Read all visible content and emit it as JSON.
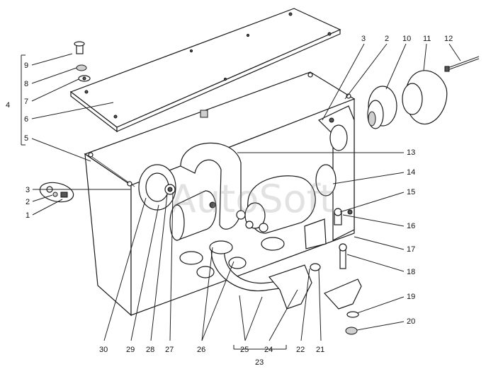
{
  "watermark": "AutoSoft",
  "callouts": {
    "n1": "1",
    "n2": "2",
    "n3": "3",
    "n4": "4",
    "n5": "5",
    "n6": "6",
    "n7": "7",
    "n8": "8",
    "n9": "9",
    "n10": "10",
    "n11": "11",
    "n12": "12",
    "n13": "13",
    "n14": "14",
    "n15": "15",
    "n16": "16",
    "n17": "17",
    "n18": "18",
    "n19": "19",
    "n20": "20",
    "n21": "21",
    "n22": "22",
    "n23": "23",
    "n24": "24",
    "n25": "25",
    "n26": "26",
    "n27": "27",
    "n28": "28",
    "n29": "29",
    "n30": "30",
    "top2": "2",
    "top3": "3"
  }
}
